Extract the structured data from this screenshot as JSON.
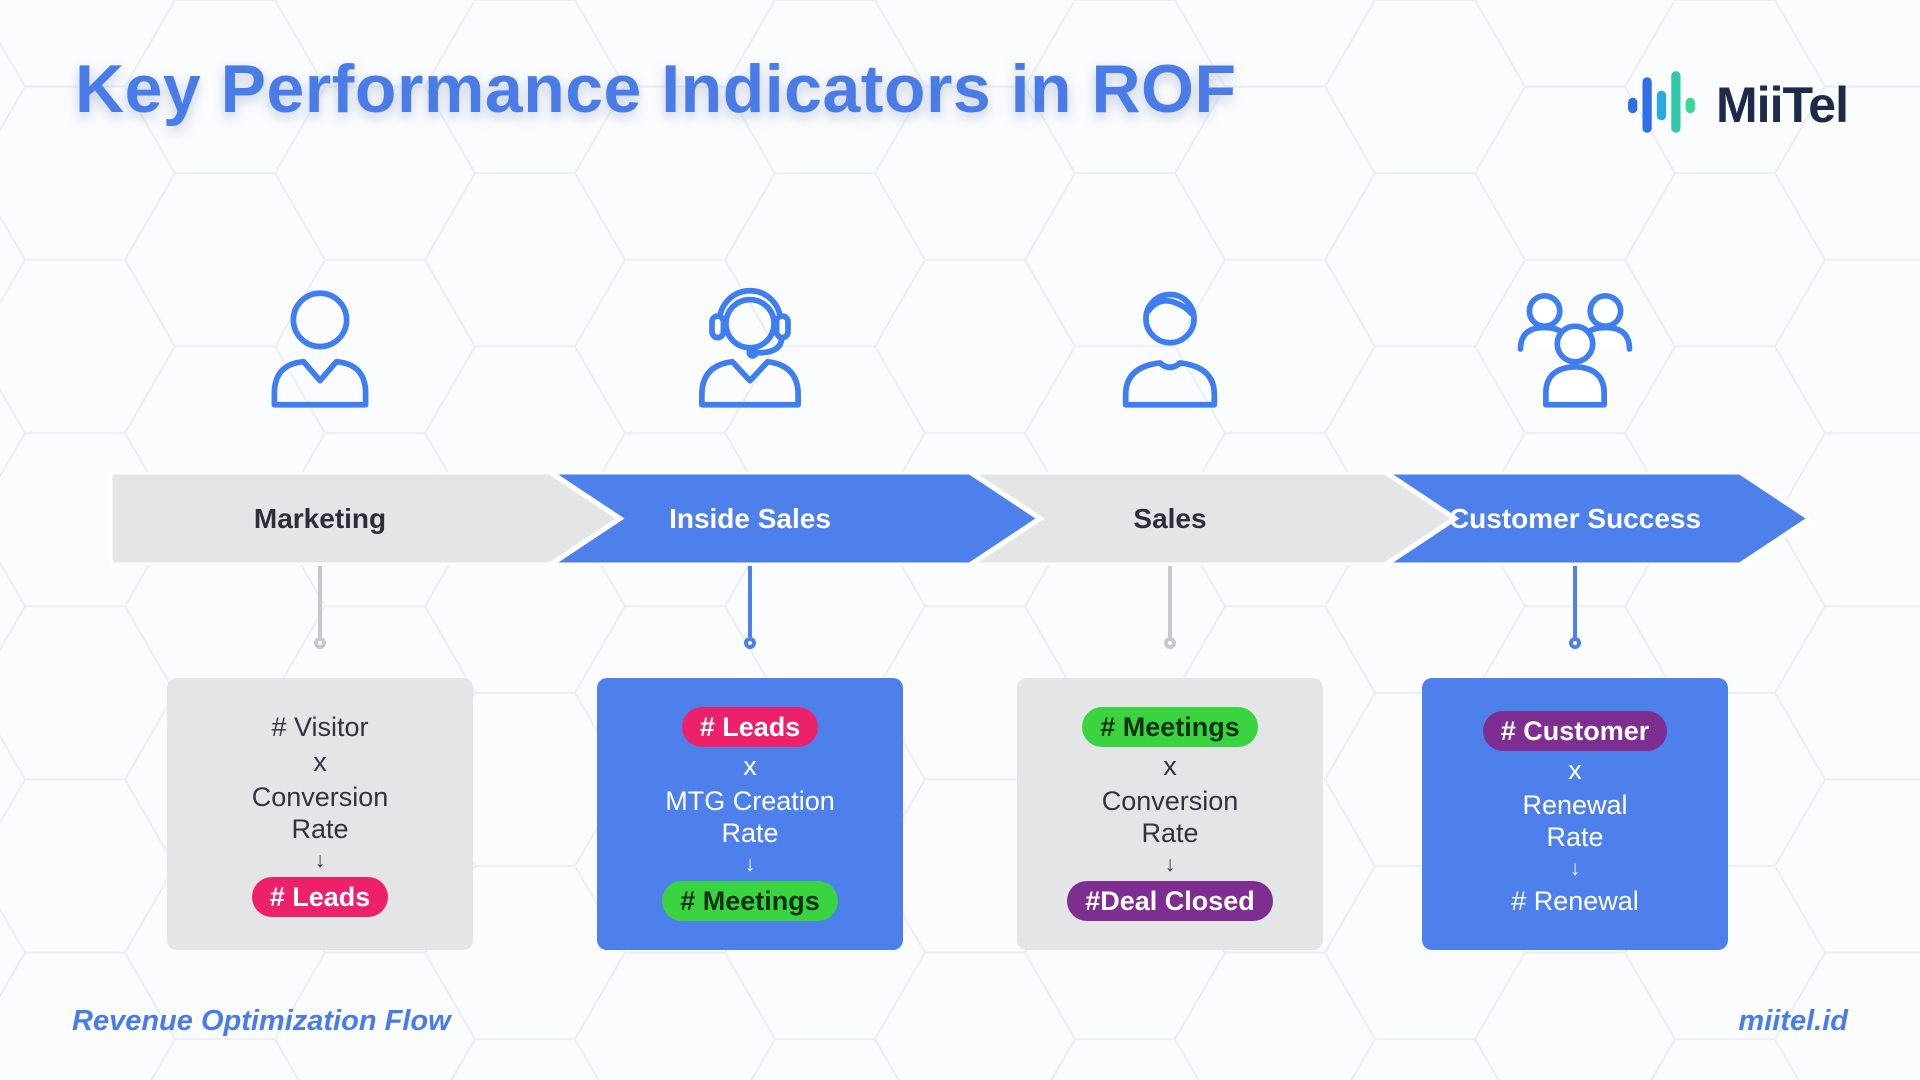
{
  "header": {
    "title": "Key Performance Indicators in ROF",
    "brand": {
      "name": "MiiTel",
      "icon": "waveform-icon"
    }
  },
  "stages": [
    {
      "label": "Marketing",
      "icon": "person-icon",
      "theme": "gray",
      "formula": {
        "input": "# Visitor",
        "input_style": "plain",
        "operator": "x",
        "factor": "Conversion\nRate",
        "arrow": "↓",
        "output": "# Leads",
        "output_style": "badge-pink"
      }
    },
    {
      "label": "Inside Sales",
      "icon": "headset-person-icon",
      "theme": "blue",
      "formula": {
        "input": "# Leads",
        "input_style": "badge-pink",
        "operator": "x",
        "factor": "MTG Creation\nRate",
        "arrow": "↓",
        "output": "# Meetings",
        "output_style": "badge-green"
      }
    },
    {
      "label": "Sales",
      "icon": "person-icon",
      "theme": "gray",
      "formula": {
        "input": "# Meetings",
        "input_style": "badge-green",
        "operator": "x",
        "factor": "Conversion\nRate",
        "arrow": "↓",
        "output": "#Deal Closed",
        "output_style": "badge-purple"
      }
    },
    {
      "label": "Customer Success",
      "icon": "people-group-icon",
      "theme": "blue",
      "formula": {
        "input": "# Customer",
        "input_style": "badge-purple",
        "operator": "x",
        "factor": "Renewal\nRate",
        "arrow": "↓",
        "output": "# Renewal",
        "output_style": "plain"
      }
    }
  ],
  "footer": {
    "left": "Revenue Optimization Flow",
    "right": "miitel.id"
  },
  "colors": {
    "title_blue": "#4a7ce8",
    "flow_blue": "#4e80ec",
    "flow_gray": "#e4e5e7",
    "badge_pink": "#ec2169",
    "badge_green": "#3bd441",
    "badge_purple": "#7e2d90",
    "icon_blue": "#3f7ef0",
    "brand_navy": "#1d2b4a"
  }
}
